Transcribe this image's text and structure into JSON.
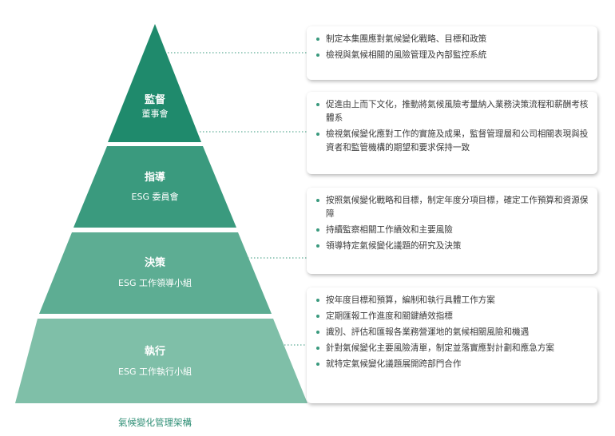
{
  "colors": {
    "tier_oversight": "#1f8a6c",
    "tier_guidance": "#3a9a7e",
    "tier_decision": "#5dad93",
    "tier_execution": "#7fbfa8",
    "panel_border": "#e8e8e8",
    "dotted_line": "#3a9a7e"
  },
  "caption": "氣候變化管理架構",
  "tiers": [
    {
      "title": "監督",
      "subtitle": "董事會",
      "items": [
        "制定本集團應對氣候變化戰略、目標和政策",
        "檢視與氣候相關的風險管理及內部監控系統"
      ]
    },
    {
      "title": "指導",
      "subtitle": "ESG 委員會",
      "items": [
        "促進由上而下文化，推動將氣候風險考量納入業務決策流程和薪酬考核體系",
        "檢視氣候變化應對工作的實施及成果，監督管理層和公司相關表現與投資者和監管機構的期望和要求保持一致"
      ]
    },
    {
      "title": "決策",
      "subtitle": "ESG 工作領導小組",
      "items": [
        "按照氣候變化戰略和目標，制定年度分項目標，確定工作預算和資源保障",
        "持續監察相關工作績效和主要風險",
        "領導特定氣候變化議題的研究及決策"
      ]
    },
    {
      "title": "執行",
      "subtitle": "ESG 工作執行小組",
      "items": [
        "按年度目標和預算，編制和執行具體工作方案",
        "定期匯報工作進度和關鍵績效指標",
        "識別、評估和匯報各業務營運地的氣候相關風險和機遇",
        "針對氣候變化主要風險清單，制定並落實應對計劃和應急方案",
        "就特定氣候變化議題展開跨部門合作"
      ]
    }
  ]
}
